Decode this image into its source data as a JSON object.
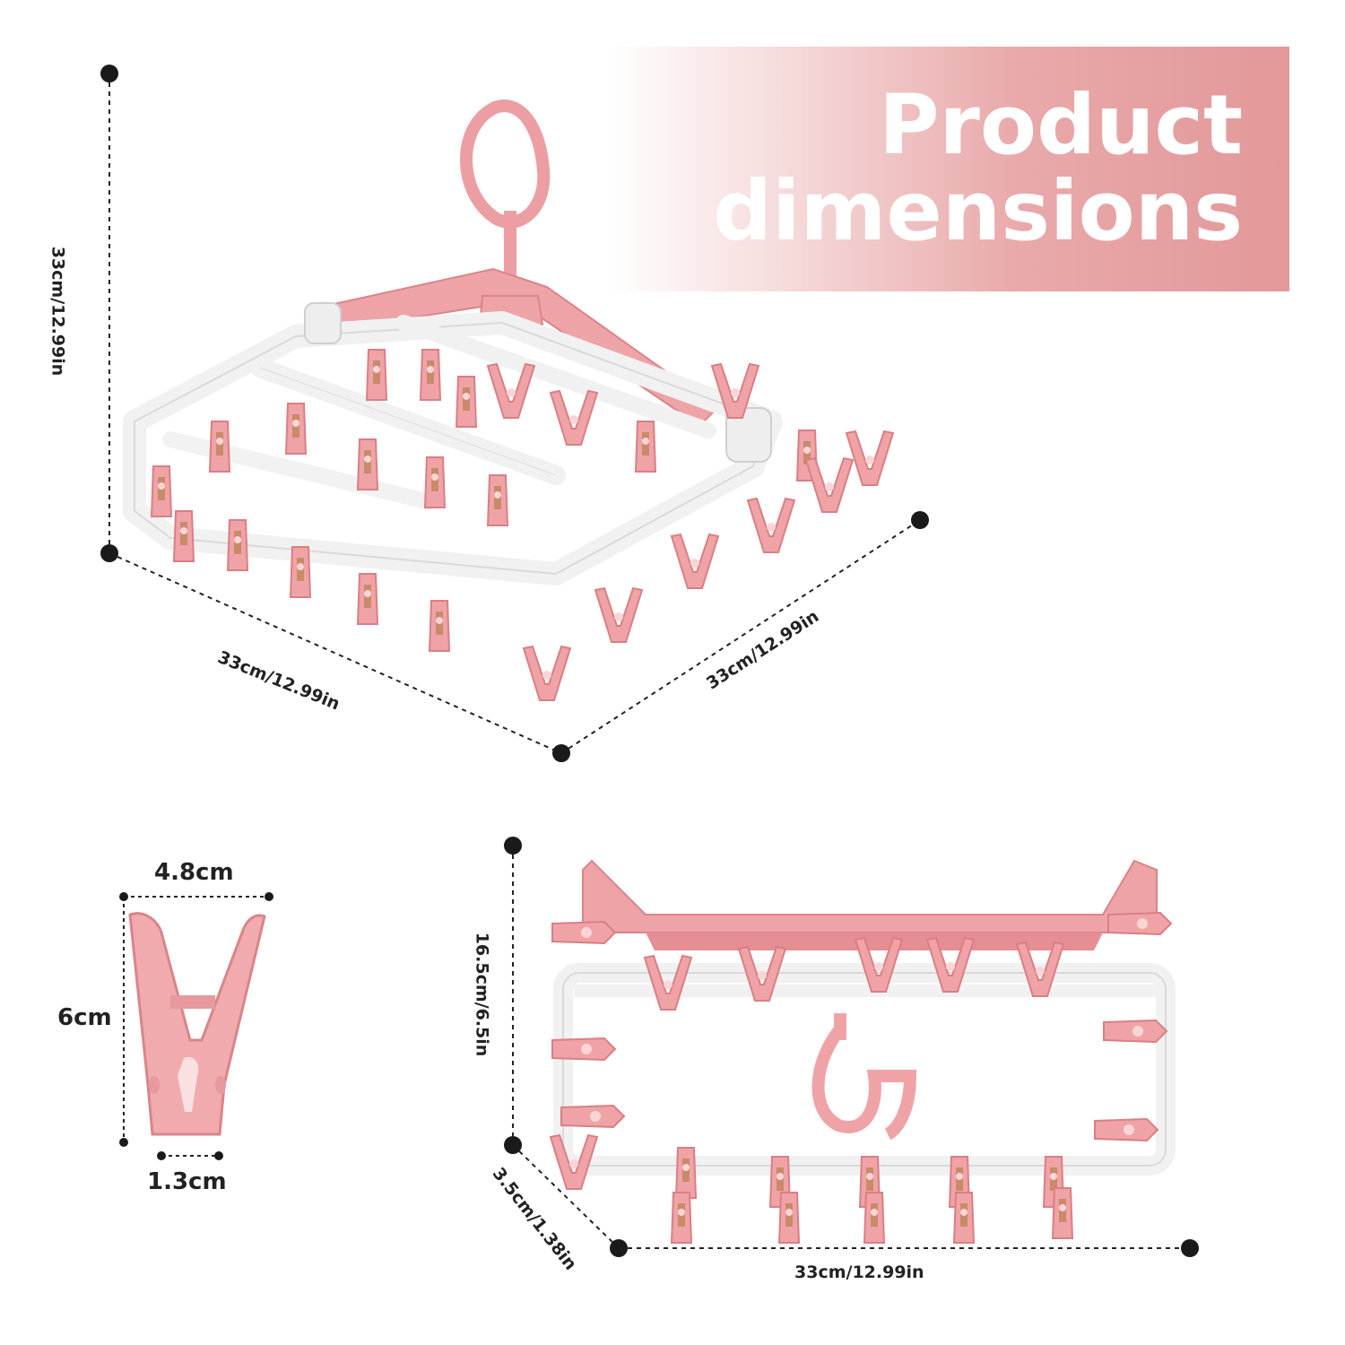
{
  "banner": {
    "line1": "Product",
    "line2": "dimensions"
  },
  "dimensions": {
    "main_height": "33cm/12.99in",
    "main_width_left": "33cm/12.99in",
    "main_width_right": "33cm/12.99in",
    "clip_width_top": "4.8cm",
    "clip_height": "6cm",
    "clip_width_bottom": "1.3cm",
    "folded_height": "16.5cm/6.5in",
    "folded_depth": "3.5cm/1.38in",
    "folded_width": "33cm/12.99in"
  },
  "colors": {
    "pink": "#f0a3a6",
    "pink_dark": "#d97f84",
    "white_frame": "#f3f3f3",
    "accent_banner": "#e39899"
  }
}
